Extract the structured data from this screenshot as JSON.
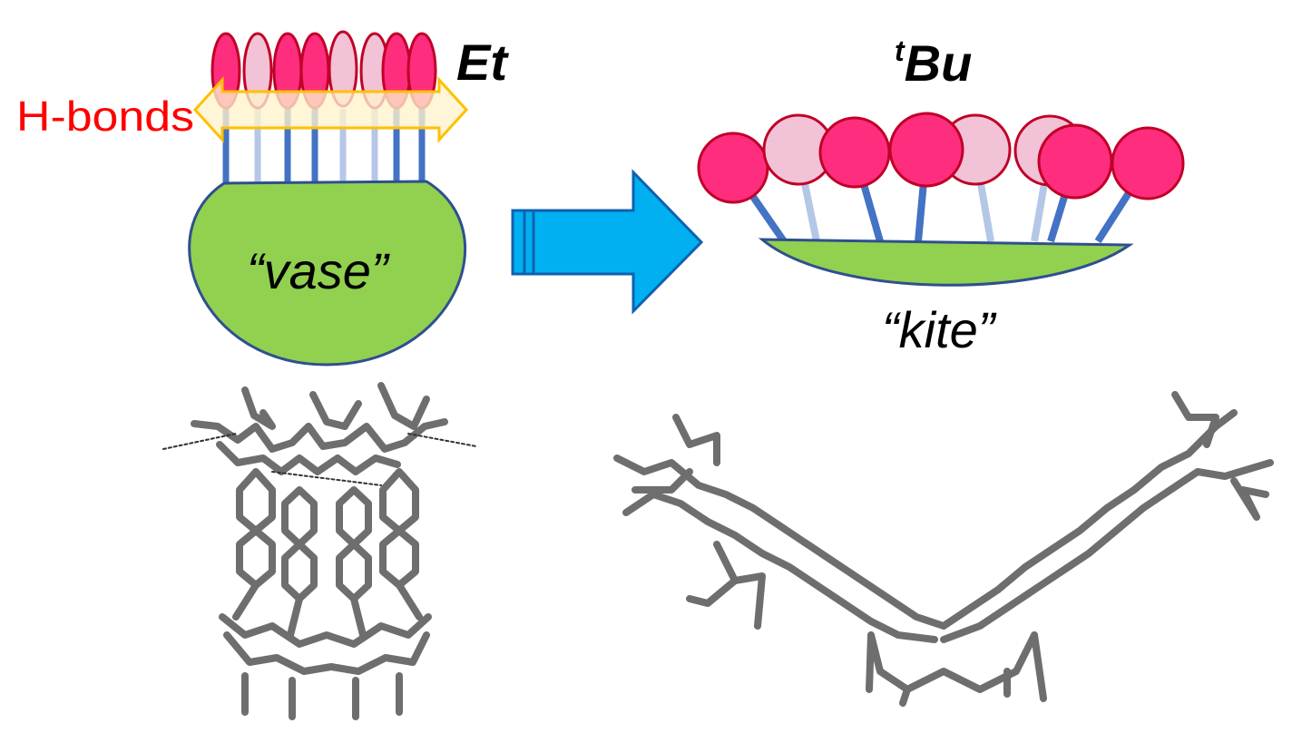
{
  "labels": {
    "hbonds": "H-bonds",
    "et": "Et",
    "tbu_sup": "t",
    "tbu_main": "Bu",
    "vase": "“vase”",
    "kite": "“kite”"
  },
  "colors": {
    "dark_pink": "#ff2d7e",
    "light_pink": "#f2c2d6",
    "pink_stroke": "#c00028",
    "stick_dark": "#4472c4",
    "stick_light": "#b4c7e7",
    "green": "#92d050",
    "green_stroke": "#2f4f8f",
    "arrow_fill": "#00b0f0",
    "arrow_stroke": "#1060b0",
    "hbond_arrow_fill": "#fff2cc",
    "hbond_arrow_stroke": "#ffc000",
    "hbond_text": "#ff0000",
    "molecule": "#6e6e6e"
  },
  "icons": {
    "transition": "right-arrow-icon",
    "hbonds": "double-headed-arrow-icon"
  }
}
